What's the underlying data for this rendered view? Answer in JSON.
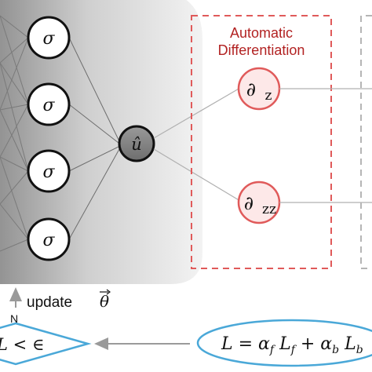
{
  "network": {
    "hidden_nodes": [
      {
        "symbol": "σ"
      },
      {
        "symbol": "σ"
      },
      {
        "symbol": "σ"
      },
      {
        "symbol": "σ"
      }
    ],
    "output_node": {
      "symbol": "û"
    }
  },
  "autodiff": {
    "title_line1": "Automatic",
    "title_line2": "Differentiation",
    "title_color": "#b22222",
    "border_color": "#e05a5a",
    "operators": [
      {
        "base": "∂",
        "subscript": "z"
      },
      {
        "base": "∂",
        "subscript": "zz"
      }
    ]
  },
  "feedback": {
    "update_label": "update",
    "theta_symbol": "θ",
    "no_label": "N",
    "condition_text": "L < ∈",
    "loss_text": "L = α",
    "loss_f_sub": "f",
    "loss_mid": " L",
    "loss_plus": " + α",
    "loss_b_sub": "b",
    "loss_tail": " L",
    "loss_tail_sub": "b"
  },
  "colors": {
    "panel_dark": "#8e8e8e",
    "panel_light": "#f4f4f4",
    "node_red": "#e05a5a",
    "blue": "#4aa8d8",
    "edge_gray": "#a0a0a0"
  }
}
